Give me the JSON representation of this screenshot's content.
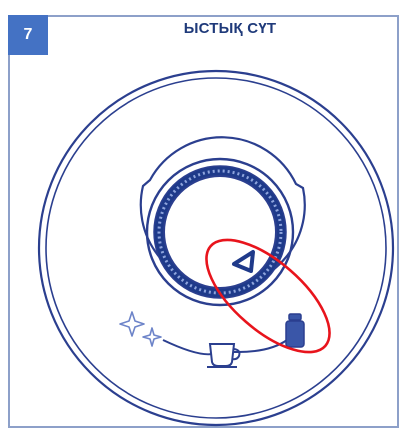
{
  "step": {
    "number": "7",
    "title": "ЫСТЫҚ СҮТ"
  },
  "colors": {
    "badge": "#4472c4",
    "line": "#2b3f8f",
    "highlight": "#e8141c"
  },
  "icons": [
    "sparkle-icon",
    "cup-icon",
    "milk-bottle-icon",
    "triangle-indicator-icon"
  ],
  "annotation": {
    "shape": "ellipse",
    "color": "#e8141c",
    "highlights": "milk-bottle-icon"
  }
}
